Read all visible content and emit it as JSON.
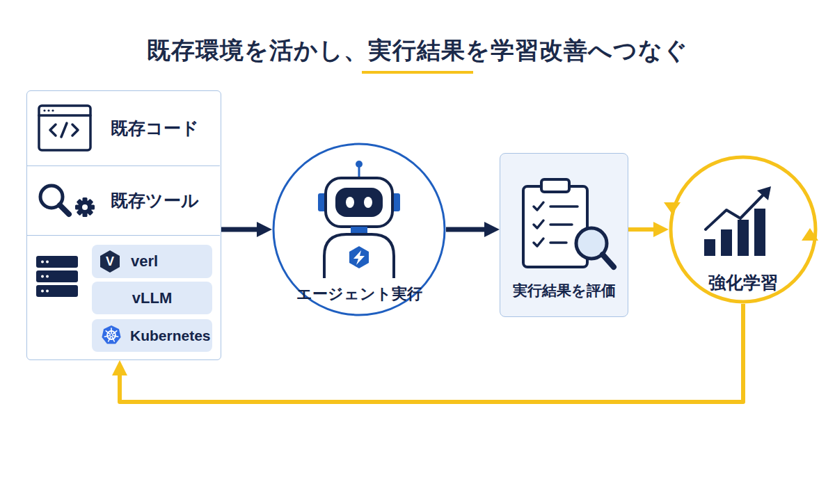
{
  "diagram": {
    "title": "既存環境を活かし、実行結果を学習改善へつなぐ",
    "nodes": [
      {
        "text": []
      },
      {
        "text": [
          "既存コード"
        ],
        "in": 0
      },
      {
        "text": [
          "既存ツール"
        ],
        "in": 0
      },
      {
        "text": [
          "V",
          "verl"
        ],
        "in": 0
      },
      {
        "text": [
          "vLLM"
        ],
        "in": 0
      },
      {
        "text": [
          "Kubernetes"
        ],
        "in": 0
      },
      {
        "text": [
          "エージェント実行"
        ]
      },
      {
        "text": [
          "実行結果を評価"
        ]
      },
      {
        "text": [
          "強化学習"
        ]
      }
    ],
    "edges": [
      {
        "from": 0,
        "to": 6,
        "arrow": "to"
      },
      {
        "from": 6,
        "to": 7,
        "arrow": "to"
      },
      {
        "from": 7,
        "to": 8,
        "arrow": "to"
      },
      {
        "from": 8,
        "to": 0,
        "arrow": "to"
      }
    ]
  }
}
